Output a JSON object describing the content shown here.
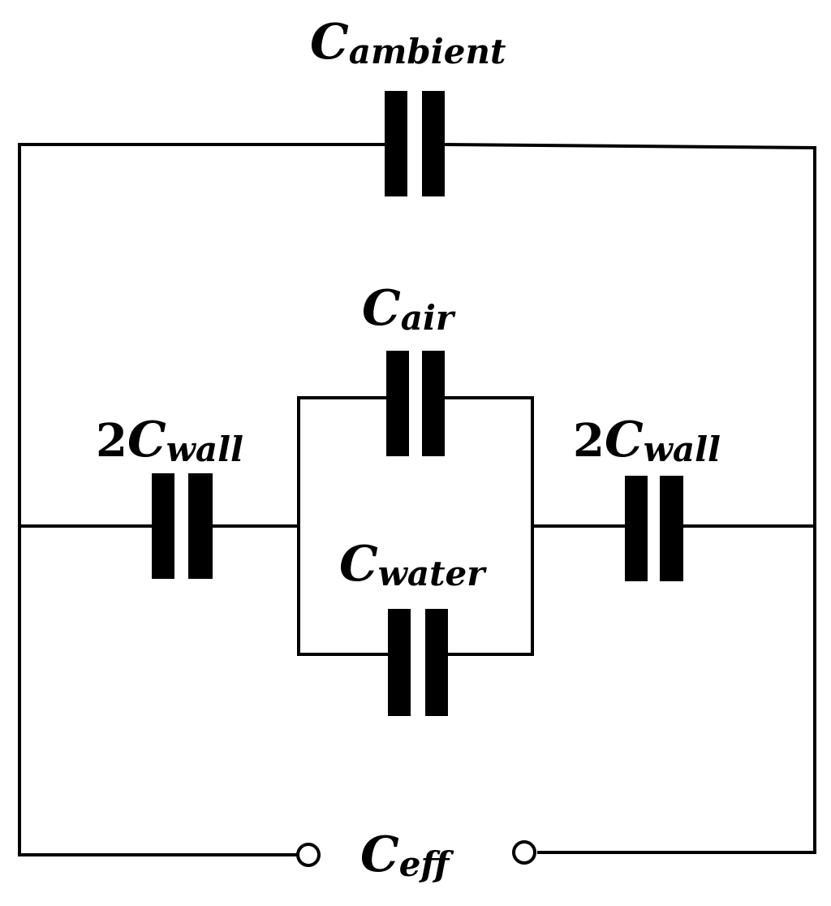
{
  "diagram": {
    "capacitors": {
      "ambient": {
        "symbol": "C",
        "subscript": "ambient"
      },
      "air": {
        "symbol": "C",
        "subscript": "air"
      },
      "water": {
        "symbol": "C",
        "subscript": "water"
      },
      "wall_left": {
        "coefficient": "2",
        "symbol": "C",
        "subscript": "wall"
      },
      "wall_right": {
        "coefficient": "2",
        "symbol": "C",
        "subscript": "wall"
      }
    },
    "output": {
      "symbol": "C",
      "subscript": "eff"
    }
  }
}
